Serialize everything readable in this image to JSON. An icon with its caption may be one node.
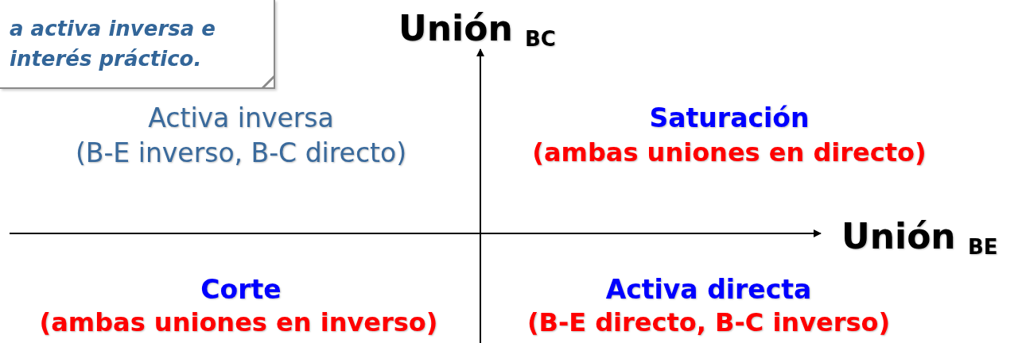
{
  "diagram": {
    "nodes": [
      {
        "text": [
          "a activa inversa e interés práctico."
        ]
      }
    ],
    "labels": [
      "Unión $_{BC}$",
      "Activa inversa",
      "(B-E inverso, B-C directo)",
      "Saturación",
      "(ambas uniones en directo)",
      "Unión $_{BE}$",
      "Corte",
      "(ambas uniones en inverso)",
      "Activa directa",
      "(B-E directo, B-C inverso)"
    ]
  }
}
